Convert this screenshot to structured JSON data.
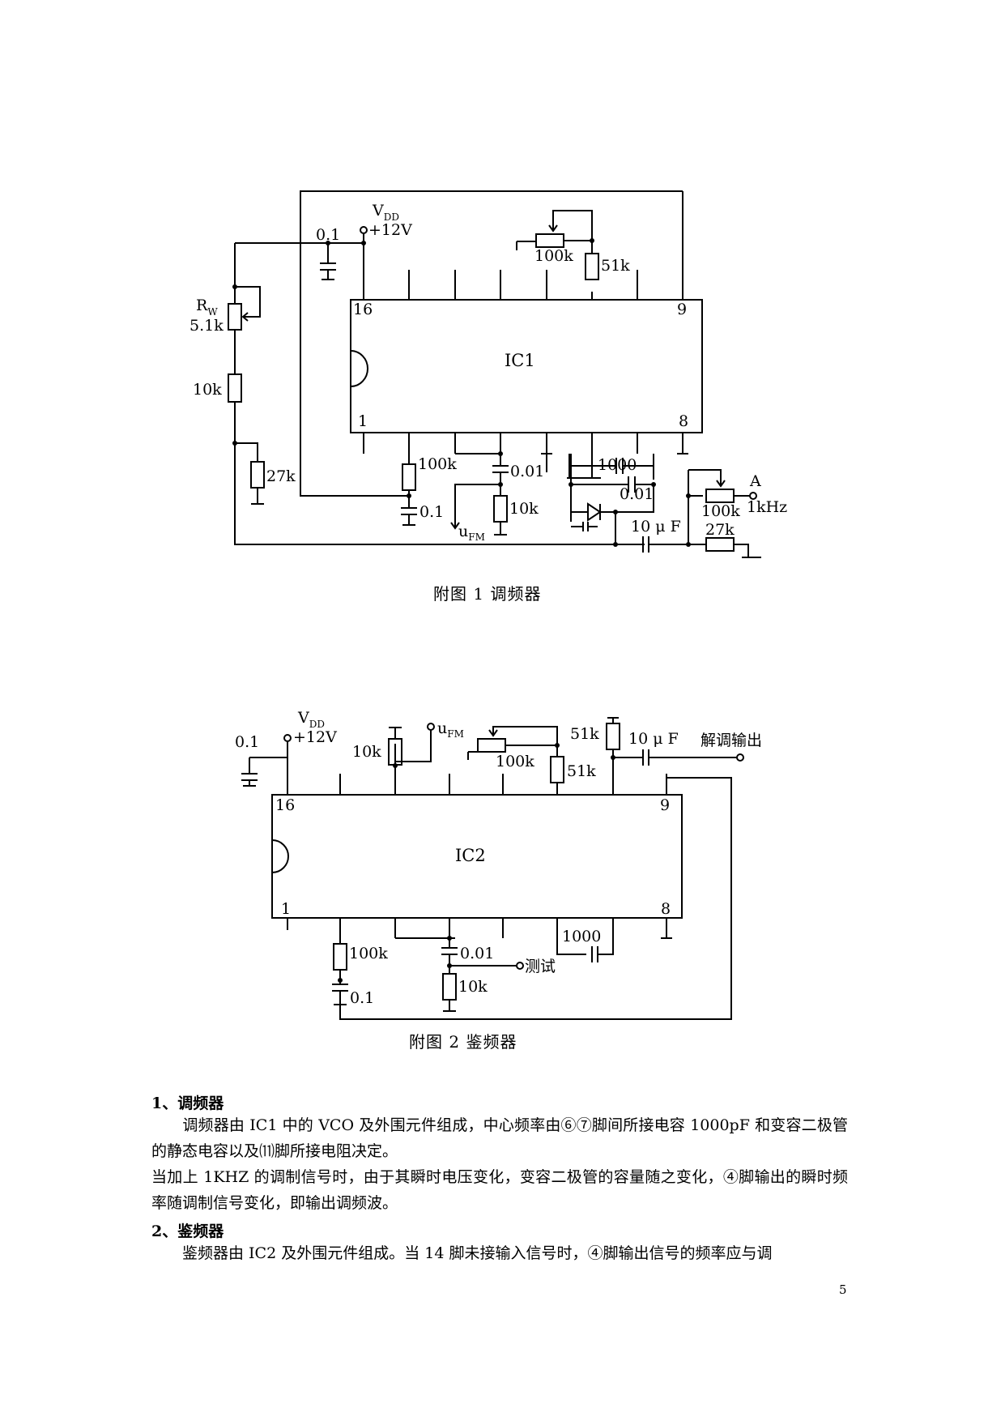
{
  "figure1": {
    "caption": "附图 1    调频器",
    "ic_label": "IC1",
    "pin_16": "16",
    "pin_9": "9",
    "pin_1": "1",
    "pin_8": "8",
    "vdd_sub": "DD",
    "vdd_value": "+12V",
    "cap_supply": "0.1",
    "rw_sub": "W",
    "rw_value": "5.1k",
    "r_10k": "10k",
    "r_27k": "27k",
    "pot_100k": "100k",
    "r_51k": "51k",
    "r_100k_pin": "100k",
    "c_01": "0.1",
    "c_001": "0.01",
    "r_10k_fm": "10k",
    "ufm_sub": "FM",
    "c_1000": "1000",
    "c_001b": "0.01",
    "c_10uf": "10 μ F",
    "pot_100k_in": "100k",
    "r_27k_in": "27k",
    "input_a": "A",
    "input_freq": "1kHz"
  },
  "figure2": {
    "caption": "附图 2     鉴频器",
    "ic_label": "IC2",
    "pin_16": "16",
    "pin_9": "9",
    "pin_1": "1",
    "pin_8": "8",
    "vdd_sub": "DD",
    "vdd_value": "+12V",
    "cap_supply": "0.1",
    "r_10k_top": "10k",
    "ufm_sub": "FM",
    "pot_100k": "100k",
    "r_51k_a": "51k",
    "r_51k_b": "51k",
    "c_10uf": "10 μ F",
    "output_label": "解调输出",
    "r_100k": "100k",
    "c_001": "0.01",
    "test_label": "测试",
    "r_10k": "10k",
    "c_01": "0.1",
    "c_1000": "1000"
  },
  "section1": {
    "heading": "1、调频器",
    "paragraphs": [
      "　　调频器由 IC1 中的 VCO 及外围元件组成，中心频率由⑥⑦脚间所接电容 1000pF 和变容二极管的静态电容以及⑾脚所接电阻决定。",
      "当加上 1KHZ 的调制信号时，由于其瞬时电压变化，变容二极管的容量随之变化，④脚输出的瞬时频率随调制信号变化，即输出调频波。"
    ]
  },
  "section2": {
    "heading": "2、鉴频器",
    "paragraphs": [
      "　　鉴频器由 IC2 及外围元件组成。当 14 脚未接输入信号时，④脚输出信号的频率应与调"
    ]
  },
  "page_number": "5"
}
